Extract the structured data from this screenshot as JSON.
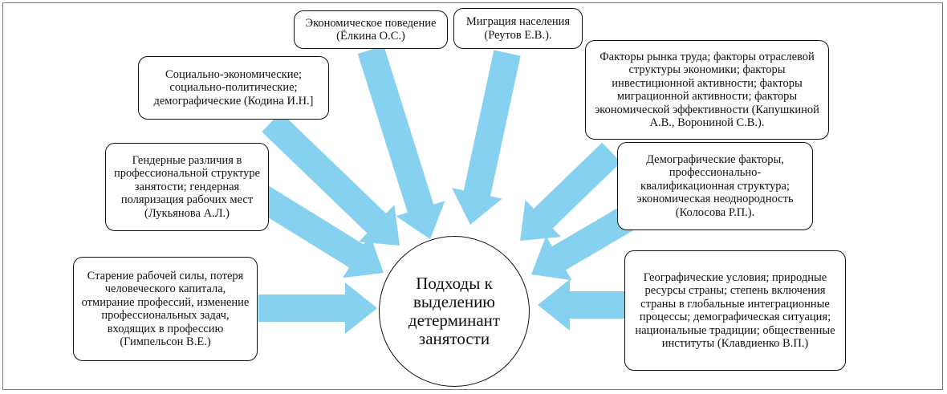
{
  "diagram": {
    "center_label": "Подходы к выделению детерминант занятости",
    "arrow_color": "#86d0f0",
    "boxes": {
      "elkina": "Экономическое поведение (Ёлкина О.С.)",
      "reutov": "Миграция населения (Реутов Е.В.).",
      "kodina": "Социально-экономические; социально-политические; демографические (Кодина И.Н.]",
      "kapushkina": "Факторы рынка труда; факторы отраслевой структуры экономики; факторы инвестиционной активности; факторы миграционной активности; факторы экономической эффективности (Капушкиной А.В., Ворониной С.В.).",
      "lukyanova": "Гендерные различия в профессиональной структуре занятости; гендерная поляризация рабочих мест (Лукьянова А.Л.)",
      "kolosova": "Демографические факторы, профессионально-квалификационная структура; экономическая неоднородность (Колосова Р.П.).",
      "gimpelson": "Старение рабочей силы, потеря человеческого капитала, отмирание профессий, изменение профессиональных задач, входящих в профессию (Гимпельсон В.Е.)",
      "klavdienko": "Географические условия; природные ресурсы страны; степень включения страны в глобальные интеграционные процессы; демографическая ситуация; национальные традиции; общественные институты (Клавдиенко В.П.)"
    }
  }
}
